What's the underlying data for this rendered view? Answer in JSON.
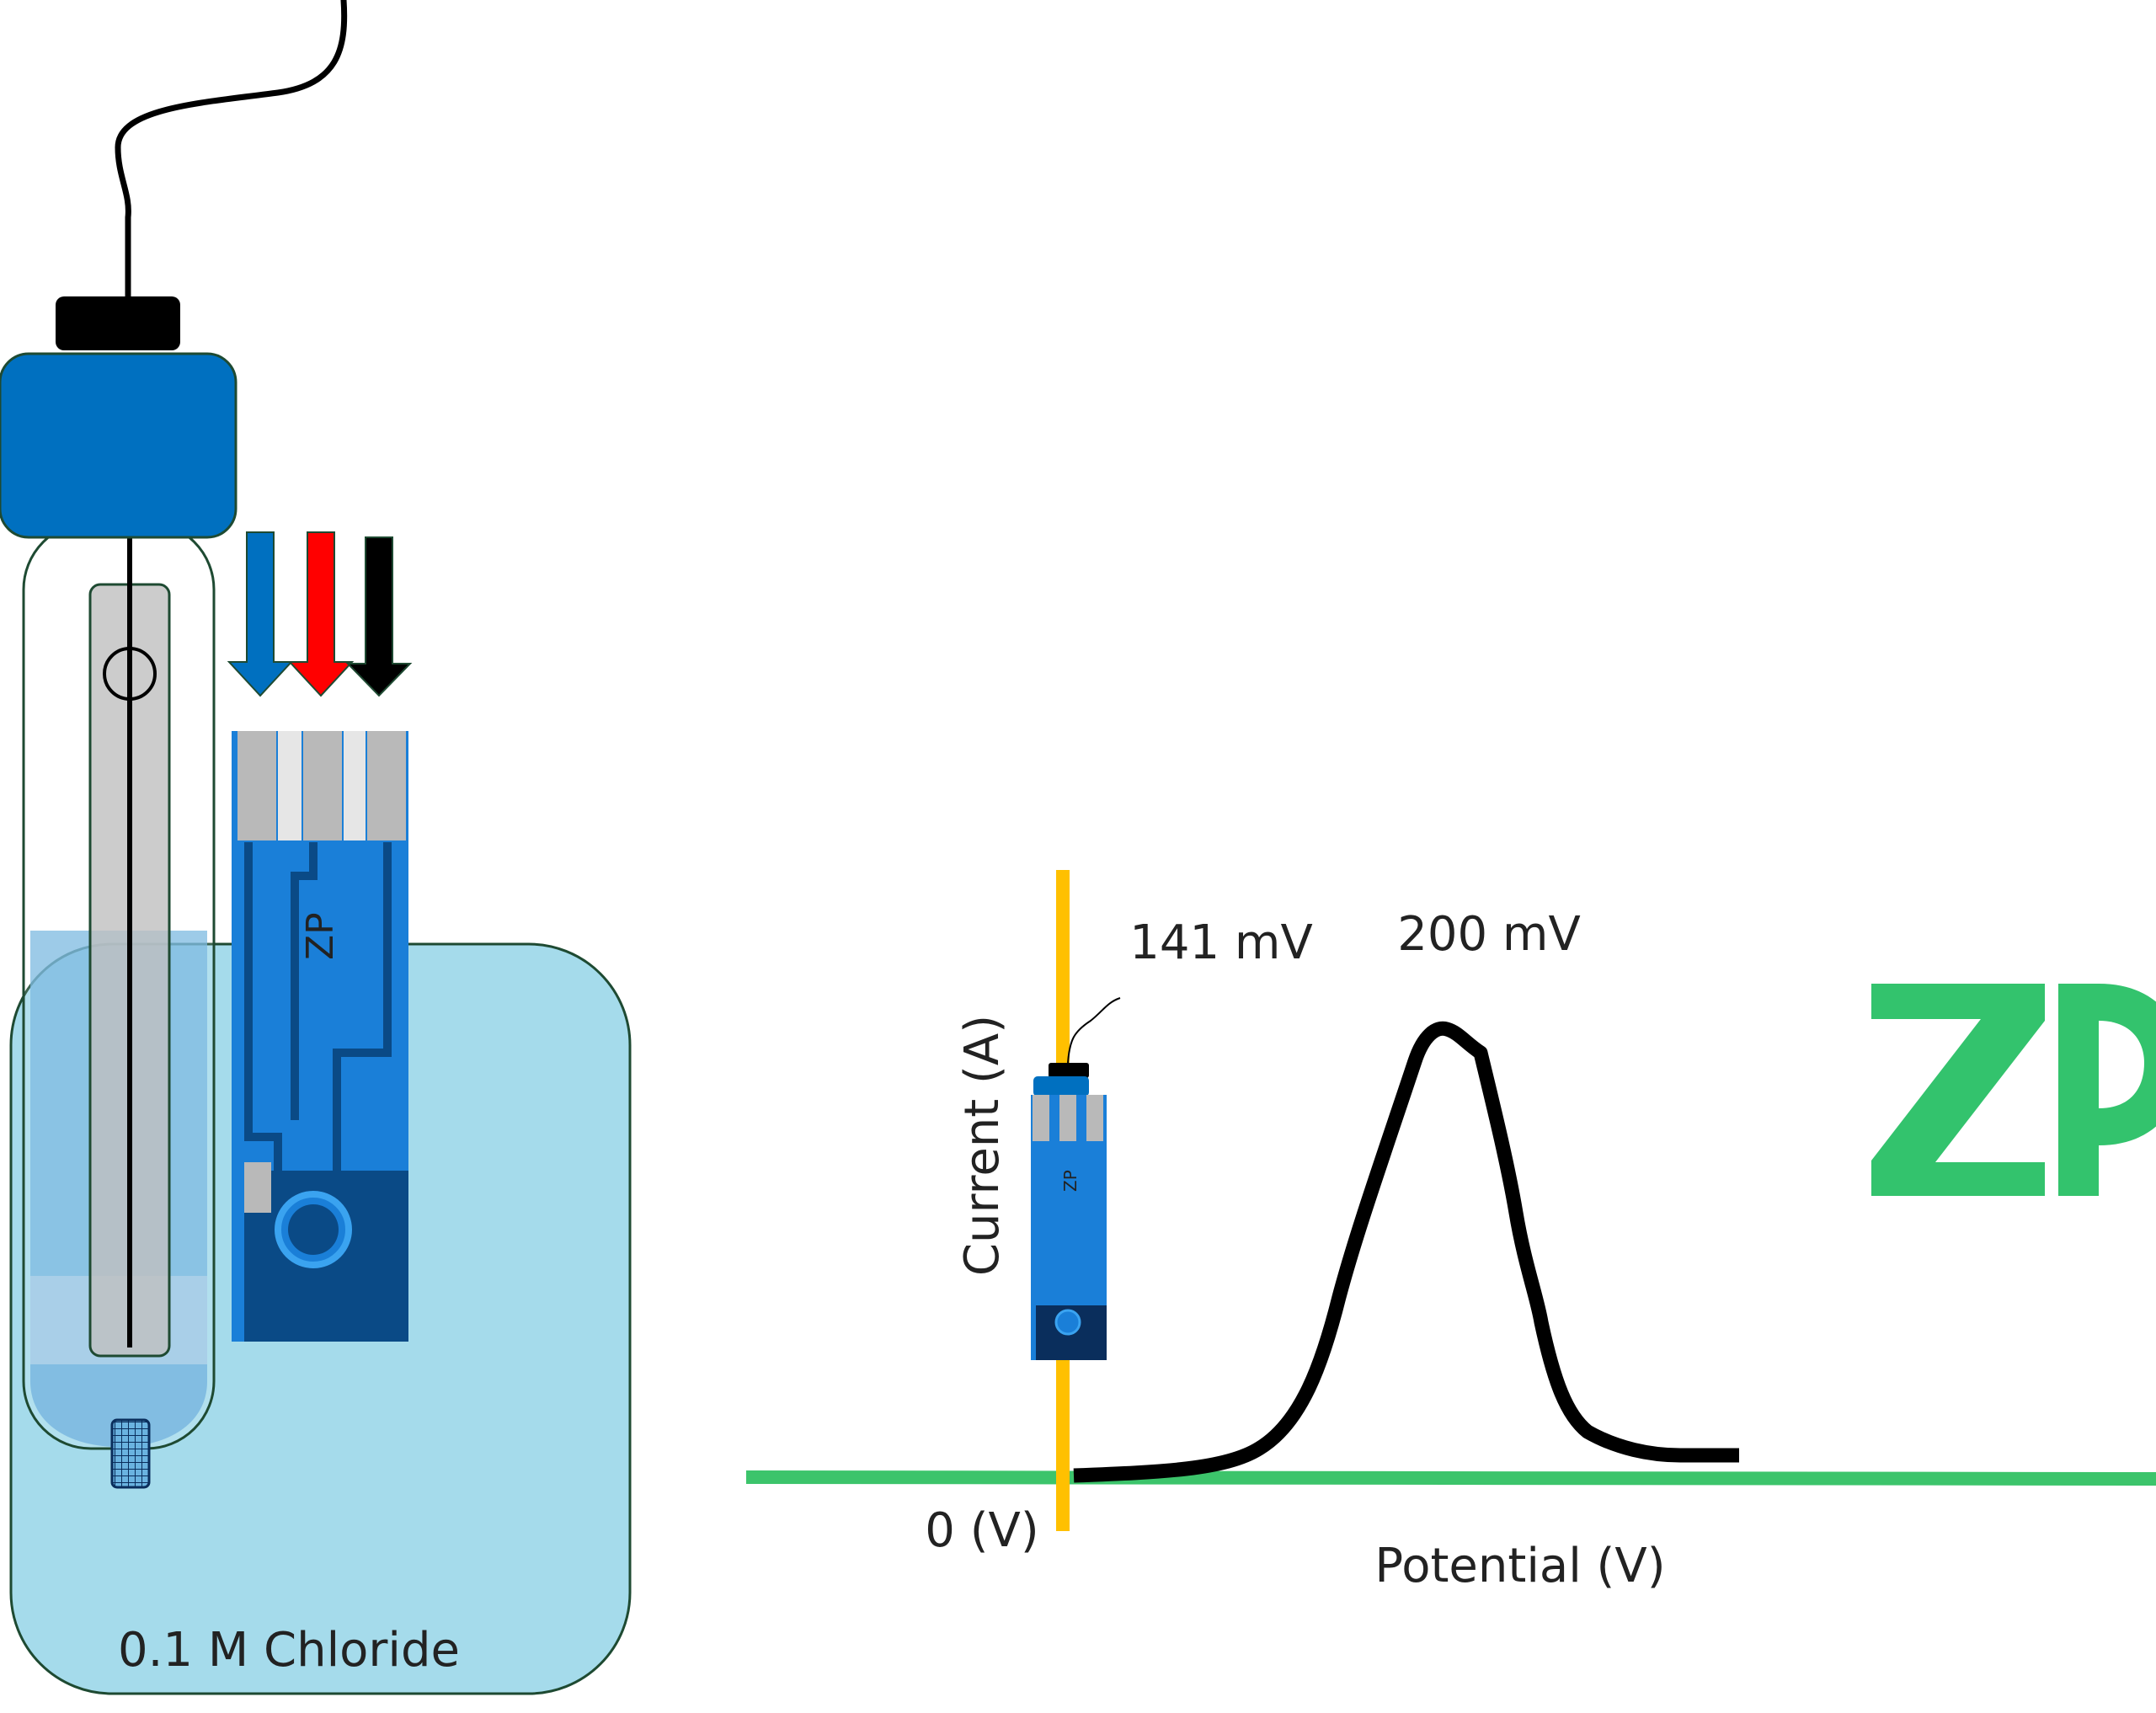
{
  "beaker": {
    "label": "0.1 M Chloride"
  },
  "voltammogram": {
    "y_axis_label": "Current (A)",
    "x_axis_label": "Potential (V)",
    "origin_label": "0 (V)",
    "annotation_start": "141 mV",
    "annotation_peak": "200 mV"
  },
  "logo": {
    "text": "ZP"
  },
  "colors": {
    "electrode_blue": "#0070c0",
    "arrow_blue": "#0070c0",
    "arrow_red": "#ff0000",
    "arrow_black": "#000000",
    "solution": "#a5dbeb",
    "x_axis": "#3cc46b",
    "y_axis": "#ffc000",
    "curve": "#000000",
    "logo_green": "#33c36d",
    "sensor_blue": "#1a7fd8",
    "sensor_dark": "#0a4a86",
    "sensor_pad": "#b9b9b9"
  }
}
